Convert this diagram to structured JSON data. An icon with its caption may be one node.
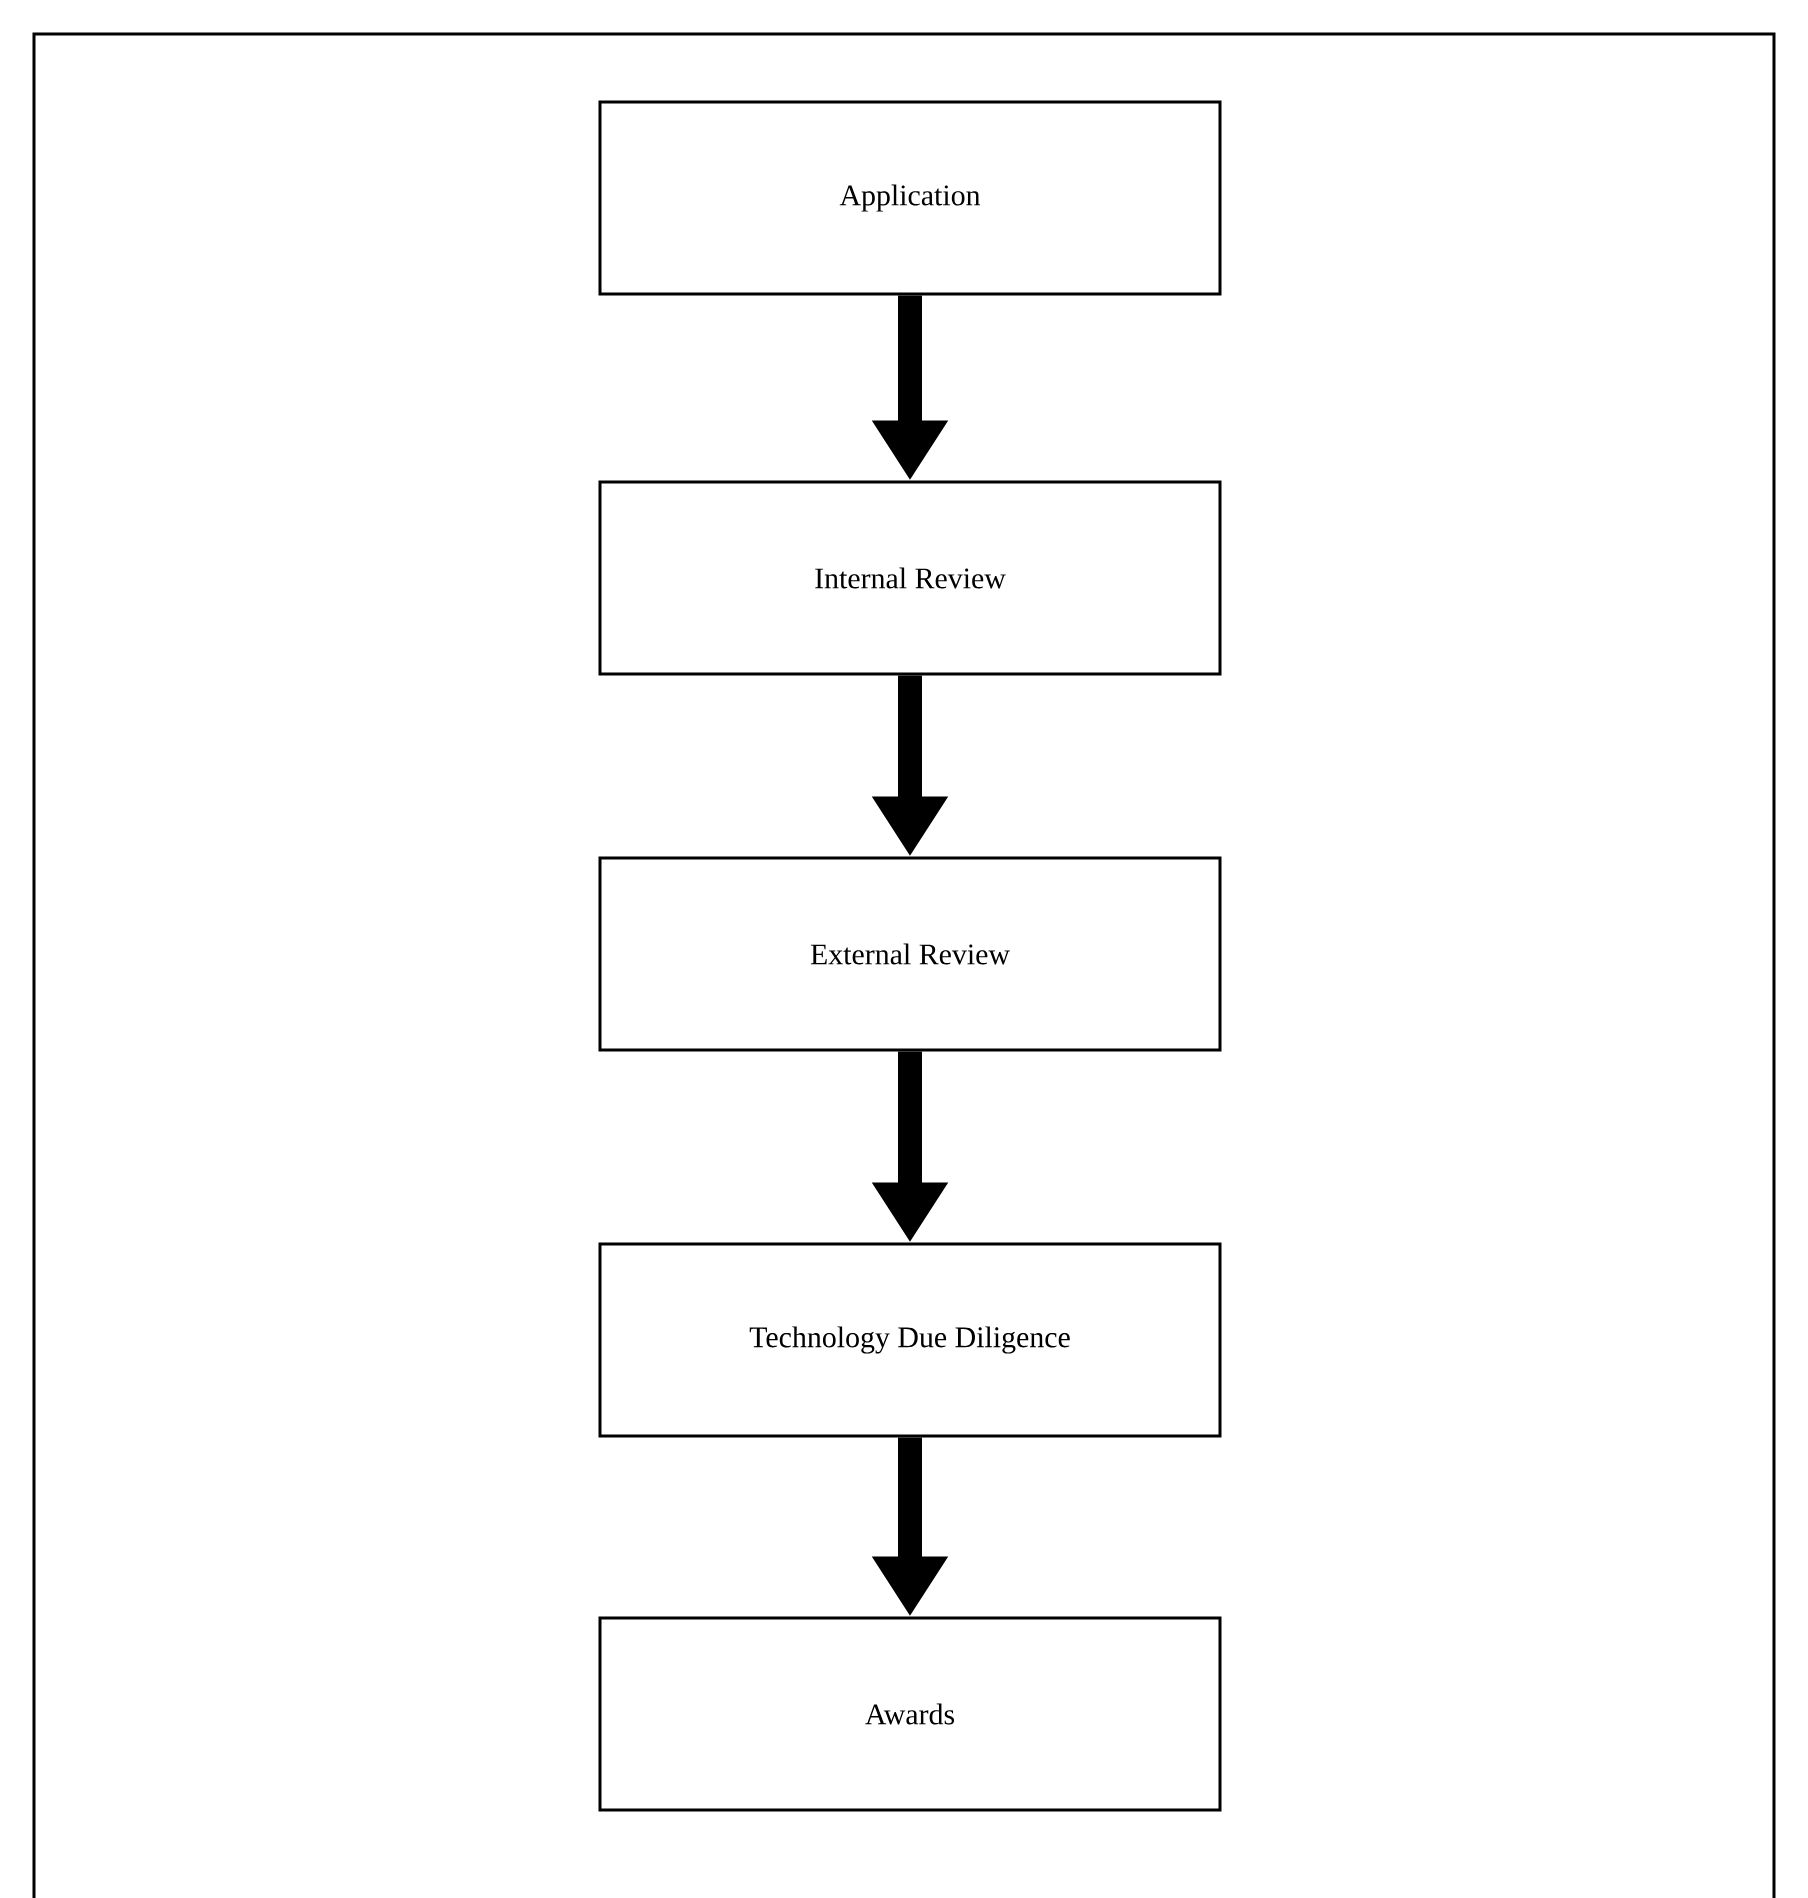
{
  "diagram": {
    "nodes": [
      {
        "text": [
          "Application"
        ]
      },
      {
        "text": [
          "Internal Review"
        ]
      },
      {
        "text": [
          "External Review"
        ]
      },
      {
        "text": [
          "Technology Due Diligence"
        ]
      },
      {
        "text": [
          "Awards"
        ]
      }
    ],
    "edges": [
      {
        "from": 0,
        "to": 1,
        "arrow": "to"
      },
      {
        "from": 1,
        "to": 2,
        "arrow": "to"
      },
      {
        "from": 2,
        "to": 3,
        "arrow": "to"
      },
      {
        "from": 3,
        "to": 4,
        "arrow": "to"
      }
    ]
  }
}
